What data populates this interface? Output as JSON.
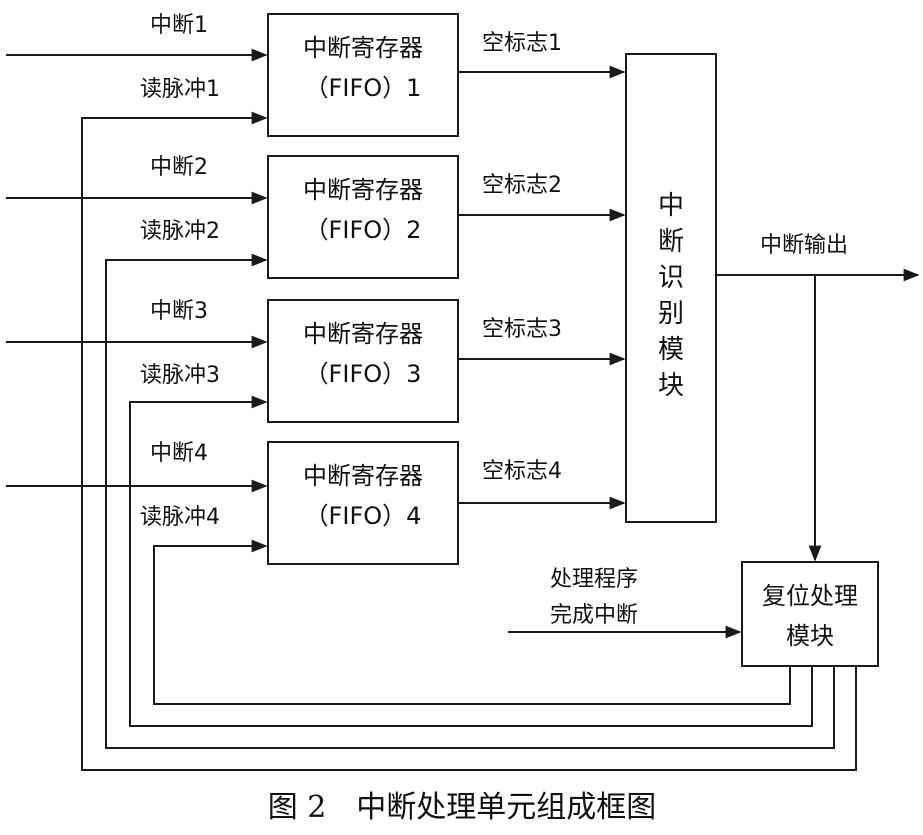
{
  "inputs": [
    {
      "interrupt": "中断1",
      "read_pulse": "读脉冲1"
    },
    {
      "interrupt": "中断2",
      "read_pulse": "读脉冲2"
    },
    {
      "interrupt": "中断3",
      "read_pulse": "读脉冲3"
    },
    {
      "interrupt": "中断4",
      "read_pulse": "读脉冲4"
    }
  ],
  "fifo": [
    {
      "line1": "中断寄存器",
      "line2": "（FIFO）1",
      "empty_flag": "空标志1"
    },
    {
      "line1": "中断寄存器",
      "line2": "（FIFO）2",
      "empty_flag": "空标志2"
    },
    {
      "line1": "中断寄存器",
      "line2": "（FIFO）3",
      "empty_flag": "空标志3"
    },
    {
      "line1": "中断寄存器",
      "line2": "（FIFO）4",
      "empty_flag": "空标志4"
    }
  ],
  "identify_module": {
    "chars": [
      "中",
      "断",
      "识",
      "别",
      "模",
      "块"
    ]
  },
  "interrupt_output": "中断输出",
  "reset_module": {
    "line1": "复位处理",
    "line2": "模块"
  },
  "handler_done": {
    "line1": "处理程序",
    "line2": "完成中断"
  },
  "caption": "图 2　中断处理单元组成框图"
}
